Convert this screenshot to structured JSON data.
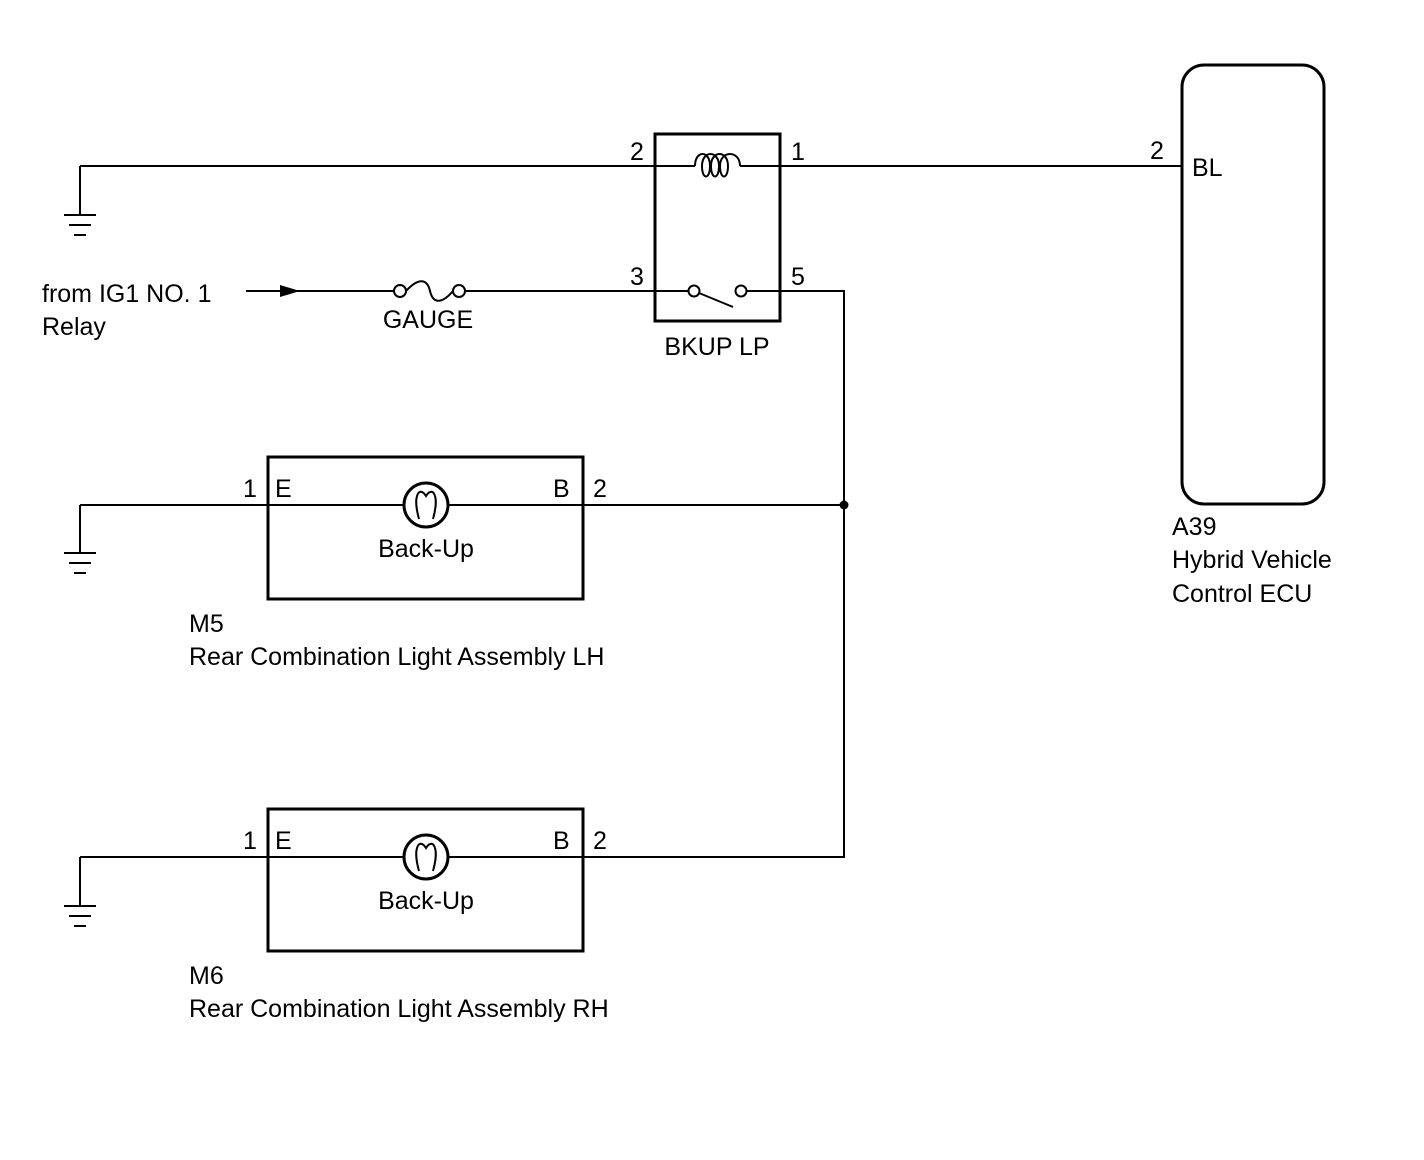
{
  "relay": {
    "name": "BKUP LP",
    "pins": {
      "coil_in": "2",
      "coil_out": "1",
      "switch_in": "3",
      "switch_out": "5"
    }
  },
  "source": {
    "line1": "from IG1 NO. 1",
    "line2": "Relay"
  },
  "fuse": {
    "name": "GAUGE"
  },
  "ecu": {
    "id": "A39",
    "name_line1": "Hybrid Vehicle",
    "name_line2": "Control ECU",
    "pin": "2",
    "terminal": "BL"
  },
  "light_lh": {
    "id": "M5",
    "name": "Rear Combination Light Assembly LH",
    "bulb": "Back-Up",
    "pin_e_num": "1",
    "pin_e": "E",
    "pin_b": "B",
    "pin_b_num": "2"
  },
  "light_rh": {
    "id": "M6",
    "name": "Rear Combination Light Assembly RH",
    "bulb": "Back-Up",
    "pin_e_num": "1",
    "pin_e": "E",
    "pin_b": "B",
    "pin_b_num": "2"
  },
  "colors": {
    "line": "#000000",
    "background": "#ffffff"
  }
}
